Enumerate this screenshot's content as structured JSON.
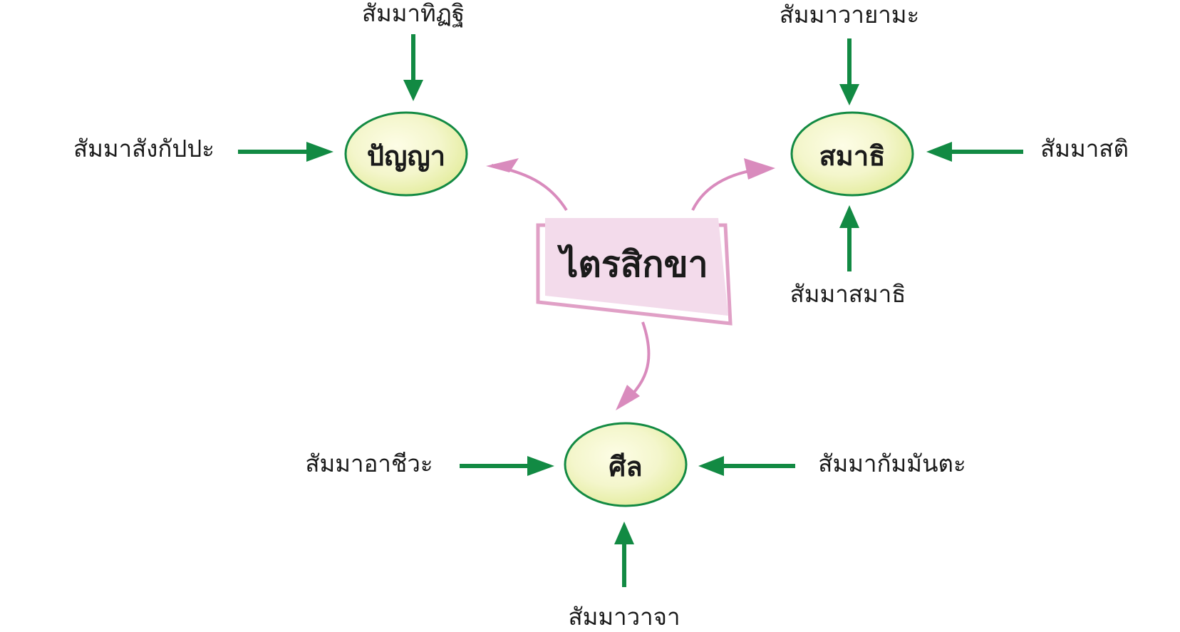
{
  "diagram": {
    "center": {
      "label": "ไตรสิกขา"
    },
    "nodes": [
      {
        "id": "panya",
        "label": "ปัญญา"
      },
      {
        "id": "samathi",
        "label": "สมาธิ"
      },
      {
        "id": "sila",
        "label": "ศีล"
      }
    ],
    "factors": {
      "right_view": "สัมมาทิฏฐิ",
      "right_intention": "สัมมาสังกัปปะ",
      "right_effort": "สัมมาวายามะ",
      "right_mindfulness": "สัมมาสติ",
      "right_concentration": "สัมมาสมาธิ",
      "right_livelihood": "สัมมาอาชีวะ",
      "right_action": "สัมมากัมมันตะ",
      "right_speech": "สัมมาวาจา"
    },
    "colors": {
      "green_arrow": "#128a43",
      "pink_arrow": "#d98bbd",
      "center_box": "#f3dbeb",
      "center_shadow": "#e0a0c6",
      "node_fill_inner": "#fdfde6",
      "node_fill_outer": "#e7efa8",
      "node_stroke": "#138a43"
    }
  }
}
